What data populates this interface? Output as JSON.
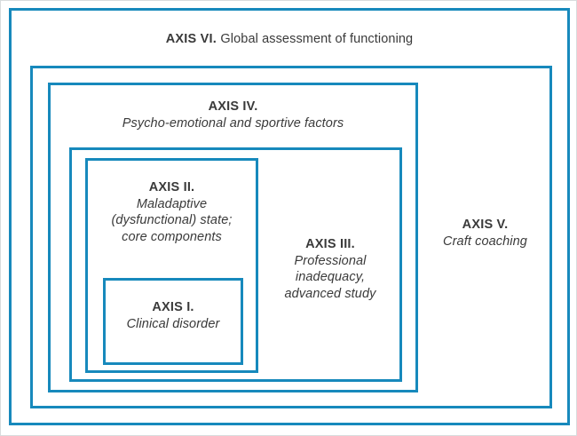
{
  "diagram": {
    "type": "nested-boxes",
    "accent_color": "#1789bc",
    "text_color": "#3a3a3a",
    "page_border_color": "#d8dcdd",
    "background": "#ffffff",
    "axes": [
      {
        "id": "axis6",
        "title": "AXIS VI.",
        "subtitle": "Global assessment of functioning",
        "layout": "inline",
        "nesting_level": 1
      },
      {
        "id": "axis5",
        "title": "AXIS V.",
        "subtitle": "Craft coaching",
        "layout": "stack",
        "lines": [
          "Craft coaching"
        ],
        "nesting_level": 2
      },
      {
        "id": "axis4",
        "title": "AXIS IV.",
        "subtitle": "Psycho-emotional and sportive factors",
        "layout": "stack",
        "lines": [
          "Psycho-emotional and sportive factors"
        ],
        "nesting_level": 3
      },
      {
        "id": "axis3",
        "title": "AXIS III.",
        "subtitle": "Professional inadequacy, advanced study",
        "layout": "stack",
        "lines": [
          "Professional",
          "inadequacy,",
          "advanced study"
        ],
        "nesting_level": 4
      },
      {
        "id": "axis2",
        "title": "AXIS II.",
        "subtitle": "Maladaptive (dysfunctional) state; core components",
        "layout": "stack",
        "lines": [
          "Maladaptive",
          "(dysfunctional) state;",
          "core components"
        ],
        "nesting_level": 5
      },
      {
        "id": "axis1",
        "title": "AXIS I.",
        "subtitle": "Clinical disorder",
        "layout": "stack",
        "lines": [
          "Clinical disorder"
        ],
        "nesting_level": 6
      }
    ]
  }
}
